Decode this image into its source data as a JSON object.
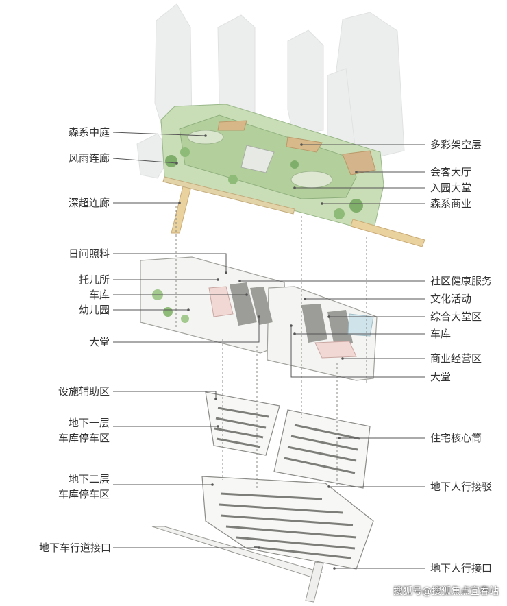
{
  "labels_left": [
    {
      "id": "senxi-courtyard",
      "text": "森系中庭"
    },
    {
      "id": "wind-rain-corridor",
      "text": "风雨连廊"
    },
    {
      "id": "shenzhen-corridor",
      "text": "深超连廊"
    },
    {
      "id": "day-care",
      "text": "日间照料"
    },
    {
      "id": "nursery",
      "text": "托儿所"
    },
    {
      "id": "garage-west",
      "text": "车库"
    },
    {
      "id": "kindergarten",
      "text": "幼儿园"
    },
    {
      "id": "lobby-west",
      "text": "大堂"
    },
    {
      "id": "facility-aux",
      "text": "设施辅助区"
    },
    {
      "id": "b1-parking",
      "text": "地下一层\n车库停车区"
    },
    {
      "id": "b2-parking",
      "text": "地下二层\n车库停车区"
    },
    {
      "id": "underground-road",
      "text": "地下车行道接口"
    }
  ],
  "labels_right": [
    {
      "id": "colorful-stilt",
      "text": "多彩架空层"
    },
    {
      "id": "reception-hall",
      "text": "会客大厅"
    },
    {
      "id": "entry-lobby",
      "text": "入园大堂"
    },
    {
      "id": "senxi-commerce",
      "text": "森系商业"
    },
    {
      "id": "community-health",
      "text": "社区健康服务"
    },
    {
      "id": "cultural-activity",
      "text": "文化活动"
    },
    {
      "id": "comprehensive-hall",
      "text": "综合大堂区"
    },
    {
      "id": "garage-east",
      "text": "车库"
    },
    {
      "id": "commercial-area",
      "text": "商业经营区"
    },
    {
      "id": "lobby-east",
      "text": "大堂"
    },
    {
      "id": "residential-core",
      "text": "住宅核心筒"
    },
    {
      "id": "ped-connection",
      "text": "地下人行接驳"
    },
    {
      "id": "ped-interface",
      "text": "地下人行接口"
    }
  ],
  "watermark": "搜狐号@搜狐焦点宜春站",
  "colors": {
    "tower": "#e9ebea",
    "roof_green": "#b9d3a4",
    "roof_dark_green": "#7fae6b",
    "podium": "#f3f3f1",
    "podium_outline": "#9a9a96",
    "parking": "#8d8d8a",
    "corridor": "#e8cf9d",
    "leader_line": "#555555"
  }
}
